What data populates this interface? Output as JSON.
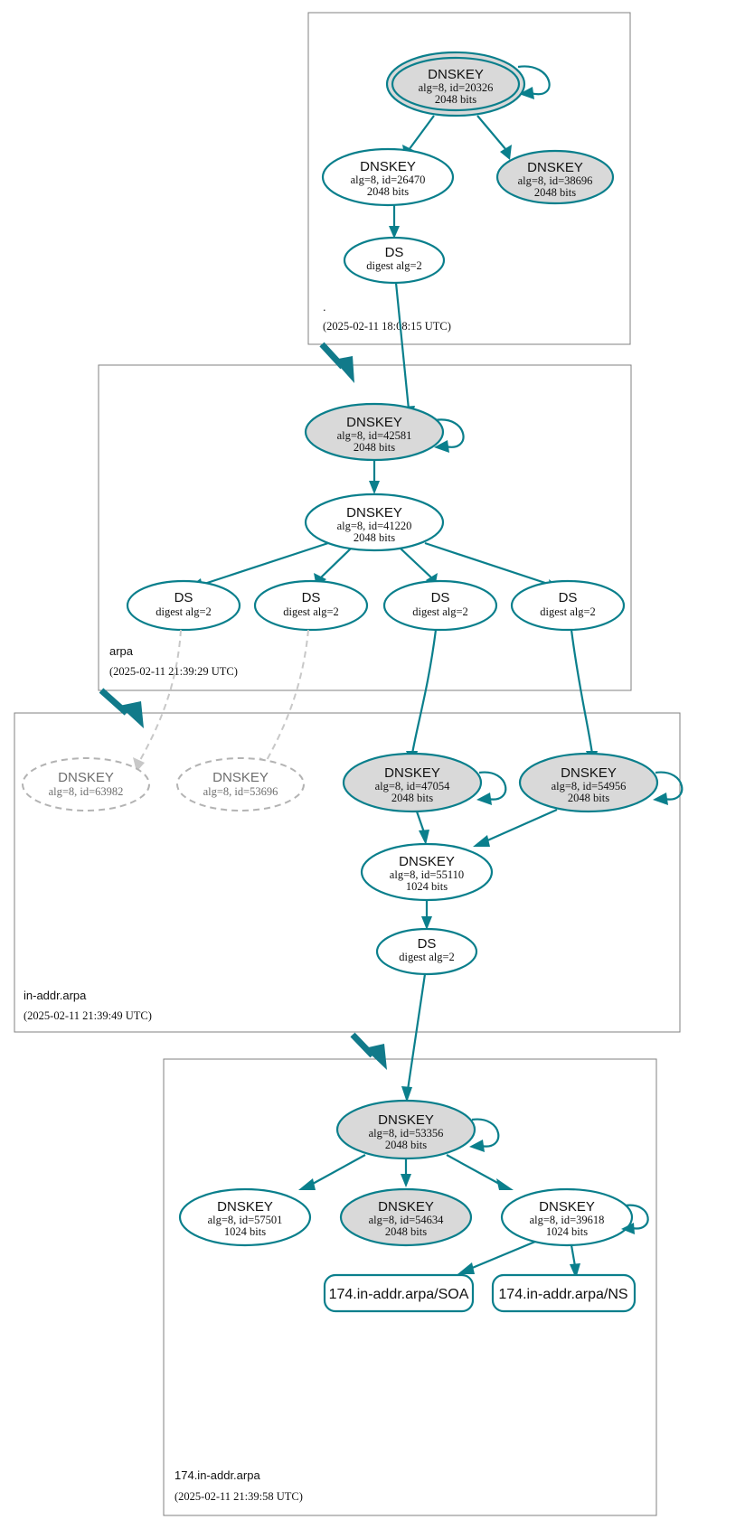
{
  "diagram": {
    "kind": "dnssec-chain-of-trust",
    "accent_color": "#0a7f8c",
    "secure_fill": "#d9d9d9",
    "insecure_fill": "#ffffff",
    "bogus_stroke": "#b3b3b3",
    "zone_border": "#808080"
  },
  "zones": [
    {
      "id": "root",
      "name": ".",
      "timestamp": "(2025-02-11 18:08:15 UTC)"
    },
    {
      "id": "arpa",
      "name": "arpa",
      "timestamp": "(2025-02-11 21:39:29 UTC)"
    },
    {
      "id": "in-addr-arpa",
      "name": "in-addr.arpa",
      "timestamp": "(2025-02-11 21:39:49 UTC)"
    },
    {
      "id": "174-in-addr-arpa",
      "name": "174.in-addr.arpa",
      "timestamp": "(2025-02-11 21:39:58 UTC)"
    }
  ],
  "nodes": {
    "root_ksk": {
      "title": "DNSKEY",
      "line2": "alg=8, id=20326",
      "line3": "2048 bits"
    },
    "root_zsk": {
      "title": "DNSKEY",
      "line2": "alg=8, id=26470",
      "line3": "2048 bits"
    },
    "root_alt": {
      "title": "DNSKEY",
      "line2": "alg=8, id=38696",
      "line3": "2048 bits"
    },
    "root_ds": {
      "title": "DS",
      "line2": "digest alg=2",
      "line3": ""
    },
    "arpa_ksk": {
      "title": "DNSKEY",
      "line2": "alg=8, id=42581",
      "line3": "2048 bits"
    },
    "arpa_zsk": {
      "title": "DNSKEY",
      "line2": "alg=8, id=41220",
      "line3": "2048 bits"
    },
    "arpa_ds1": {
      "title": "DS",
      "line2": "digest alg=2",
      "line3": ""
    },
    "arpa_ds2": {
      "title": "DS",
      "line2": "digest alg=2",
      "line3": ""
    },
    "arpa_ds3": {
      "title": "DS",
      "line2": "digest alg=2",
      "line3": ""
    },
    "arpa_ds4": {
      "title": "DS",
      "line2": "digest alg=2",
      "line3": ""
    },
    "ia_bogus1": {
      "title": "DNSKEY",
      "line2": "alg=8, id=63982",
      "line3": ""
    },
    "ia_bogus2": {
      "title": "DNSKEY",
      "line2": "alg=8, id=53696",
      "line3": ""
    },
    "ia_ksk1": {
      "title": "DNSKEY",
      "line2": "alg=8, id=47054",
      "line3": "2048 bits"
    },
    "ia_ksk2": {
      "title": "DNSKEY",
      "line2": "alg=8, id=54956",
      "line3": "2048 bits"
    },
    "ia_zsk": {
      "title": "DNSKEY",
      "line2": "alg=8, id=55110",
      "line3": "1024 bits"
    },
    "ia_ds": {
      "title": "DS",
      "line2": "digest alg=2",
      "line3": ""
    },
    "z174_ksk": {
      "title": "DNSKEY",
      "line2": "alg=8, id=53356",
      "line3": "2048 bits"
    },
    "z174_k1": {
      "title": "DNSKEY",
      "line2": "alg=8, id=57501",
      "line3": "1024 bits"
    },
    "z174_k2": {
      "title": "DNSKEY",
      "line2": "alg=8, id=54634",
      "line3": "2048 bits"
    },
    "z174_k3": {
      "title": "DNSKEY",
      "line2": "alg=8, id=39618",
      "line3": "1024 bits"
    },
    "z174_soa": {
      "label": "174.in-addr.arpa/SOA"
    },
    "z174_ns": {
      "label": "174.in-addr.arpa/NS"
    }
  }
}
